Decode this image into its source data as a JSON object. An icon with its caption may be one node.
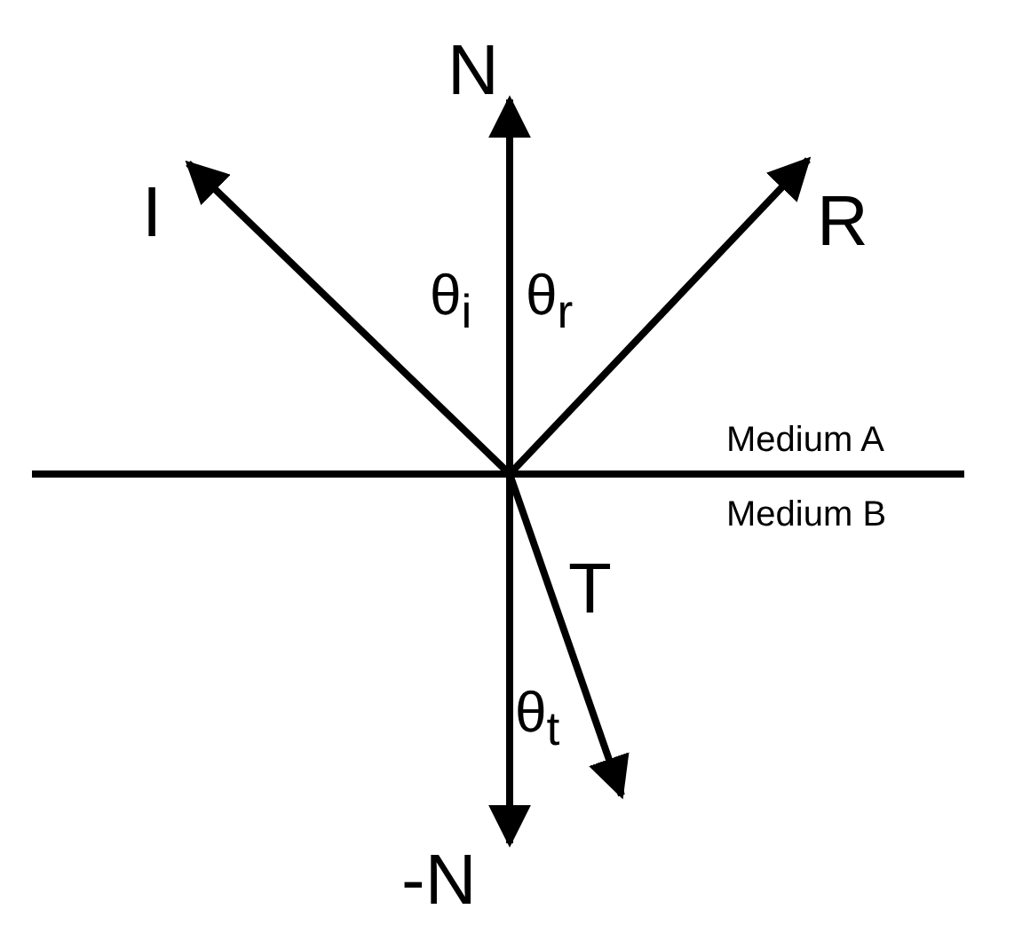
{
  "diagram": {
    "labels": [
      "N",
      "I",
      "R",
      "θ$_{i}$",
      "θ$_{r}$",
      "Medium A",
      "Medium B",
      "T",
      "θ$_{t}$",
      "-N"
    ]
  }
}
